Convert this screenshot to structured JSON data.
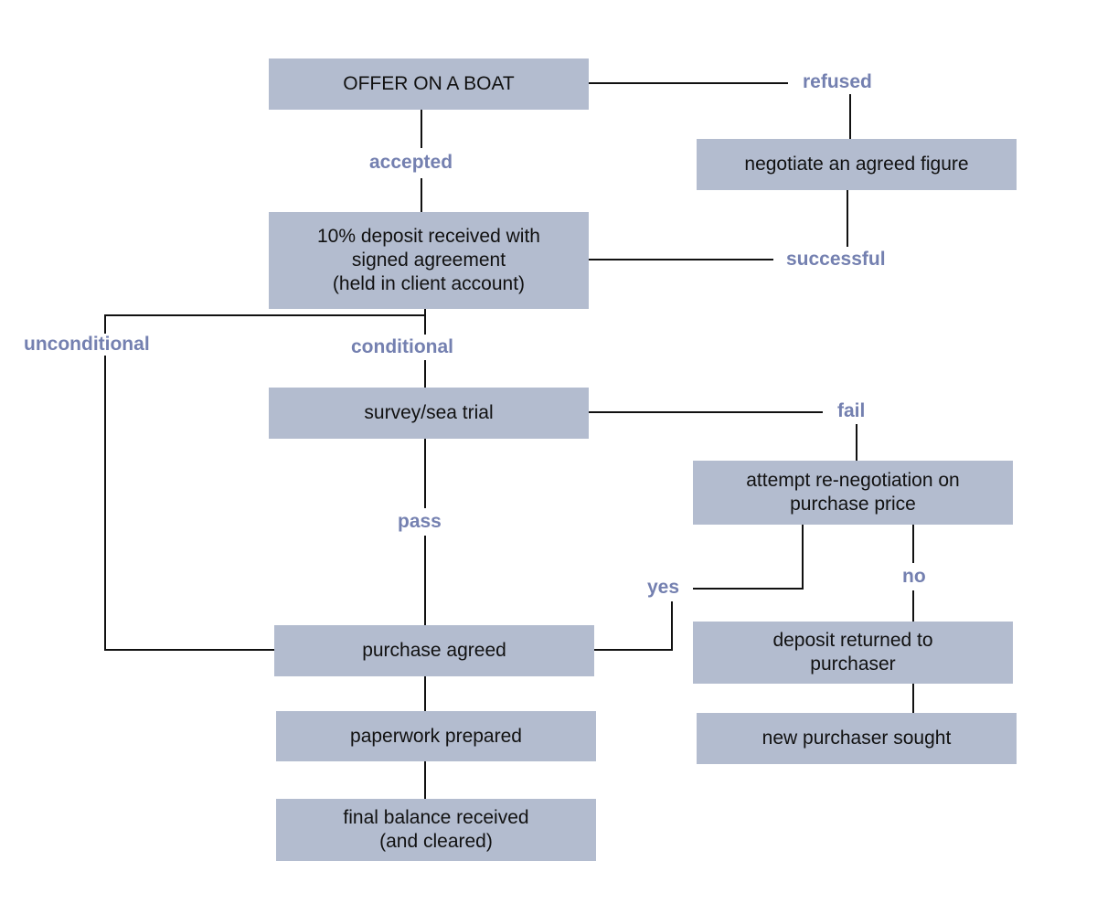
{
  "boxes": {
    "offer": "OFFER ON A BOAT",
    "negotiate": "negotiate an agreed figure",
    "deposit": "10% deposit received with\nsigned agreement\n(held in client account)",
    "survey": "survey/sea trial",
    "renegotiate": "attempt re-negotiation on\npurchase price",
    "purchase_agreed": "purchase agreed",
    "deposit_returned": "deposit returned to\npurchaser",
    "paperwork": "paperwork prepared",
    "new_purchaser": "new purchaser sought",
    "final_balance": "final balance received\n(and cleared)"
  },
  "labels": {
    "refused": "refused",
    "accepted": "accepted",
    "successful": "successful",
    "unconditional": "unconditional",
    "conditional": "conditional",
    "fail": "fail",
    "pass": "pass",
    "yes": "yes",
    "no": "no"
  },
  "colors": {
    "box_fill": "#b3bccf",
    "label_text": "#7480b0",
    "line": "#111111"
  }
}
